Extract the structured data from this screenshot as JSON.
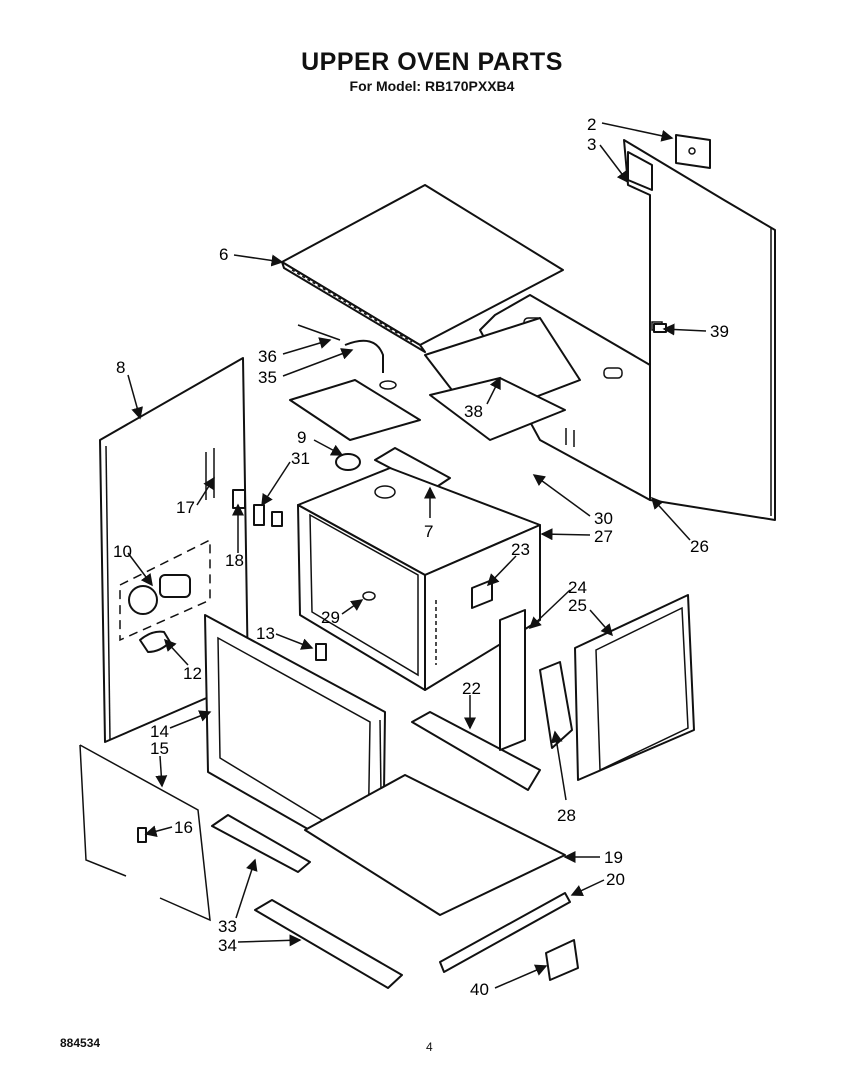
{
  "header": {
    "title": "UPPER OVEN PARTS",
    "model_line": "For Model: RB170PXXB4"
  },
  "footer": {
    "doc_number": "884534",
    "page_number": "4"
  },
  "callouts": [
    "2",
    "3",
    "6",
    "39",
    "36",
    "35",
    "8",
    "38",
    "9",
    "31",
    "17",
    "7",
    "30",
    "27",
    "26",
    "23",
    "10",
    "18",
    "24",
    "25",
    "29",
    "13",
    "22",
    "12",
    "14",
    "15",
    "16",
    "28",
    "19",
    "20",
    "33",
    "34",
    "40"
  ]
}
